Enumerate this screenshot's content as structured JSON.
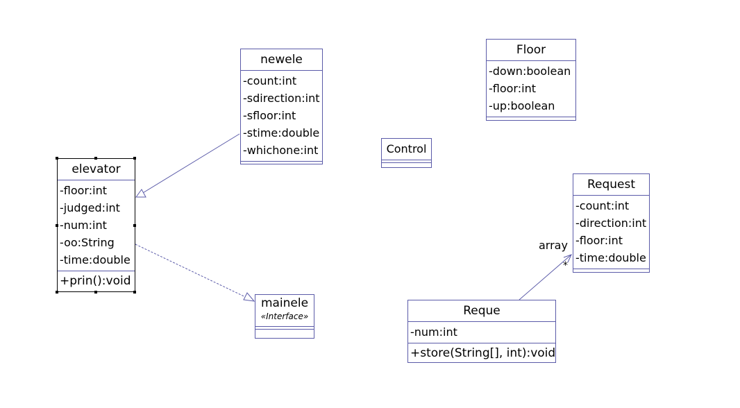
{
  "classes": {
    "newele": {
      "name": "newele",
      "attributes": [
        "-count:int",
        "-sdirection:int",
        "-sfloor:int",
        "-stime:double",
        "-whichone:int"
      ]
    },
    "floor": {
      "name": "Floor",
      "attributes": [
        "-down:boolean",
        "-floor:int",
        "-up:boolean"
      ]
    },
    "control": {
      "name": "Control"
    },
    "elevator": {
      "name": "elevator",
      "attributes": [
        "-floor:int",
        "-judged:int",
        "-num:int",
        "-oo:String",
        "-time:double"
      ],
      "operations": [
        "+prin():void"
      ]
    },
    "request": {
      "name": "Request",
      "attributes": [
        "-count:int",
        "-direction:int",
        "-floor:int",
        "-time:double"
      ]
    },
    "mainele": {
      "name": "mainele",
      "stereotype": "«Interface»"
    },
    "reque": {
      "name": "Reque",
      "attributes": [
        "-num:int"
      ],
      "operations": [
        "+store(String[], int):void"
      ]
    }
  },
  "associations": {
    "reque_request": {
      "role": "array",
      "multiplicity": "*"
    }
  },
  "colors": {
    "line": "#5a5aa8",
    "box_border": "#5a5aa8"
  }
}
